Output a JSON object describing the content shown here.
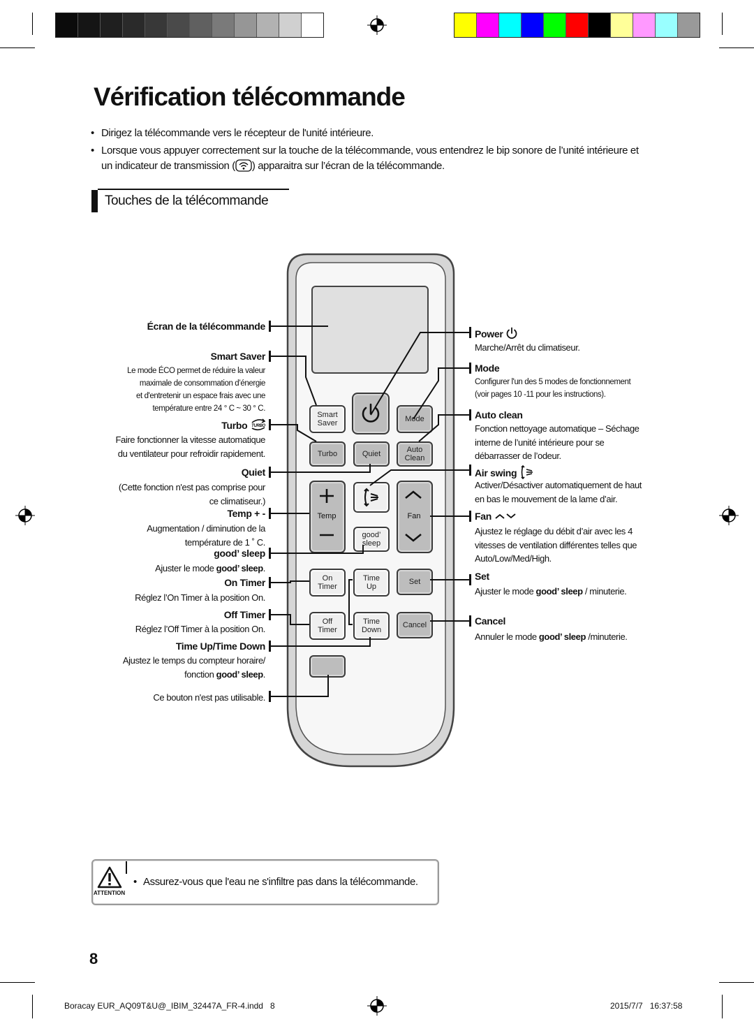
{
  "print_marks": {
    "gray_swatches": [
      "#0b0b0b",
      "#151515",
      "#1f1f1f",
      "#2a2a2a",
      "#383838",
      "#4a4a4a",
      "#606060",
      "#7a7a7a",
      "#969696",
      "#b2b2b2",
      "#d0d0d0",
      "#ffffff"
    ],
    "color_swatches": [
      "#ffff00",
      "#ff00ff",
      "#00ffff",
      "#0000ff",
      "#00ff00",
      "#ff0000",
      "#000000",
      "#ffff99",
      "#ff99ff",
      "#99ffff",
      "#999999"
    ],
    "footer_file": "Boracay EUR_AQ09T&U@_IBIM_32447A_FR-4.indd   8",
    "footer_date": "2015/7/7   16:37:58"
  },
  "title": "Vérification télécommande",
  "bullets": [
    "Dirigez la télécommande vers le récepteur de l'unité intérieure.",
    "Lorsque vous appuyer correctement sur la touche de la télécommande, vous entendrez le bip sonore de l’unité intérieure et",
    "un indicateur de transmission (",
    ") apparaitra sur l’écran de la télécommande."
  ],
  "section_title": "Touches de la télécommande",
  "left_labels": {
    "screen": "Écran de la télécommande",
    "smart_saver": "Smart Saver",
    "smart_saver_desc": [
      "Le mode ÉCO permet de réduire la valeur",
      "maximale de consommation d’énergie",
      "et d'entretenir un espace frais avec une",
      "température entre 24 ° C ~ 30 ° C."
    ],
    "turbo": "Turbo",
    "turbo_desc": [
      "Faire fonctionner la vitesse automatique",
      "du ventilateur pour refroidir rapidement."
    ],
    "quiet": "Quiet",
    "quiet_desc": [
      "(Cette fonction n'est pas comprise pour",
      "ce climatiseur.)"
    ],
    "temp": "Temp + -",
    "temp_desc": [
      "Augmentation / diminution de la",
      "température de 1 ˚ C."
    ],
    "good_sleep": "good’ sleep",
    "good_sleep_desc_pre": "Ajuster le mode ",
    "good_sleep_desc_brand": "good’ sleep",
    "good_sleep_desc_post": ".",
    "on_timer": "On Timer",
    "on_timer_desc": "Réglez l’On Timer à la position On.",
    "off_timer": "Off Timer",
    "off_timer_desc": "Réglez l’Off Timer à la position On.",
    "time_updown": "Time Up/Time Down",
    "time_desc_1": "Ajustez le temps du compteur horaire/",
    "time_desc_2_pre": "fonction ",
    "time_desc_2_brand": "good’ sleep",
    "time_desc_2_post": ".",
    "unused": "Ce bouton n'est pas utilisable."
  },
  "right_labels": {
    "power": "Power",
    "power_desc": "Marche/Arrêt du climatiseur.",
    "mode": "Mode",
    "mode_desc": [
      "Configurer l'un des 5 modes de fonctionnement",
      "(voir pages 10 -11 pour les instructions)."
    ],
    "auto_clean": "Auto clean",
    "auto_clean_desc": [
      "Fonction nettoyage automatique – Séchage",
      "interne de l’unité intérieure pour se",
      "débarrasser de l’odeur."
    ],
    "air_swing": "Air swing",
    "air_swing_desc": [
      "Activer/Désactiver automatiquement de haut",
      "en bas le mouvement de la lame d’air."
    ],
    "fan": "Fan",
    "fan_desc": [
      "Ajustez le réglage du débit d’air avec les 4",
      "vitesses de ventilation différentes telles que",
      "Auto/Low/Med/High."
    ],
    "set": "Set",
    "set_desc_pre": "Ajuster le mode ",
    "set_desc_brand": "good’ sleep",
    "set_desc_post": " / minuterie.",
    "cancel": "Cancel",
    "cancel_desc_pre": "Annuler le mode ",
    "cancel_desc_brand": "good’ sleep",
    "cancel_desc_post": " /minuterie."
  },
  "remote_buttons": {
    "smart_saver": [
      "Smart",
      "Saver"
    ],
    "mode": "Mode",
    "turbo": "Turbo",
    "quiet": "Quiet",
    "auto_clean": [
      "Auto",
      "Clean"
    ],
    "temp": "Temp",
    "fan": "Fan",
    "good_sleep": [
      "good’",
      "sleep"
    ],
    "on_timer": [
      "On",
      "Timer"
    ],
    "time_up": [
      "Time",
      "Up"
    ],
    "set": "Set",
    "off_timer": [
      "Off",
      "Timer"
    ],
    "time_down": [
      "Time",
      "Down"
    ],
    "cancel": "Cancel"
  },
  "attention": {
    "badge": "ATTENTION",
    "text": "Assurez-vous que l'eau ne s'infiltre pas dans la télécommande."
  },
  "page_number": "8"
}
